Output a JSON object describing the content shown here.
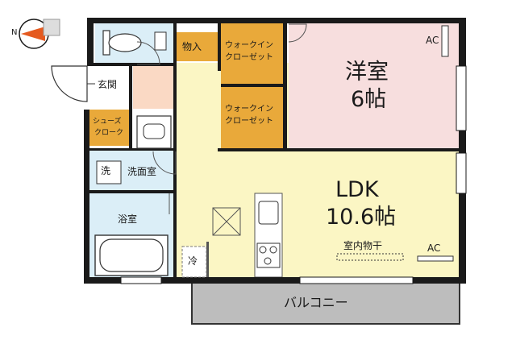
{
  "rooms": {
    "western": {
      "name": "洋室",
      "size": "6帖",
      "ac": "AC"
    },
    "ldk": {
      "name": "LDK",
      "size": "10.6帖",
      "ac": "AC",
      "indoor_drying": "室内物干"
    },
    "wic1": {
      "line1": "ウォークイン",
      "line2": "クローゼット"
    },
    "wic2": {
      "line1": "ウォークイン",
      "line2": "クローゼット"
    },
    "storage": "物入",
    "entrance": "玄関",
    "shoe_closet": {
      "line1": "シューズ",
      "line2": "クローク"
    },
    "washroom": "洗面室",
    "washer_mark": "洗",
    "bathroom": "浴室",
    "fridge_mark": "冷",
    "balcony": "バルコニー"
  },
  "compass": {
    "label": "N"
  },
  "colors": {
    "ldk_floor": "#fbf6c4",
    "western_floor": "#f7dede",
    "closet": "#e9a93a",
    "wet_area": "#dbeef7",
    "entrance_floor": "#fad9c4",
    "balcony": "#bdbdbd",
    "wall": "#1a1a1a",
    "compass_accent": "#e55a1f"
  }
}
